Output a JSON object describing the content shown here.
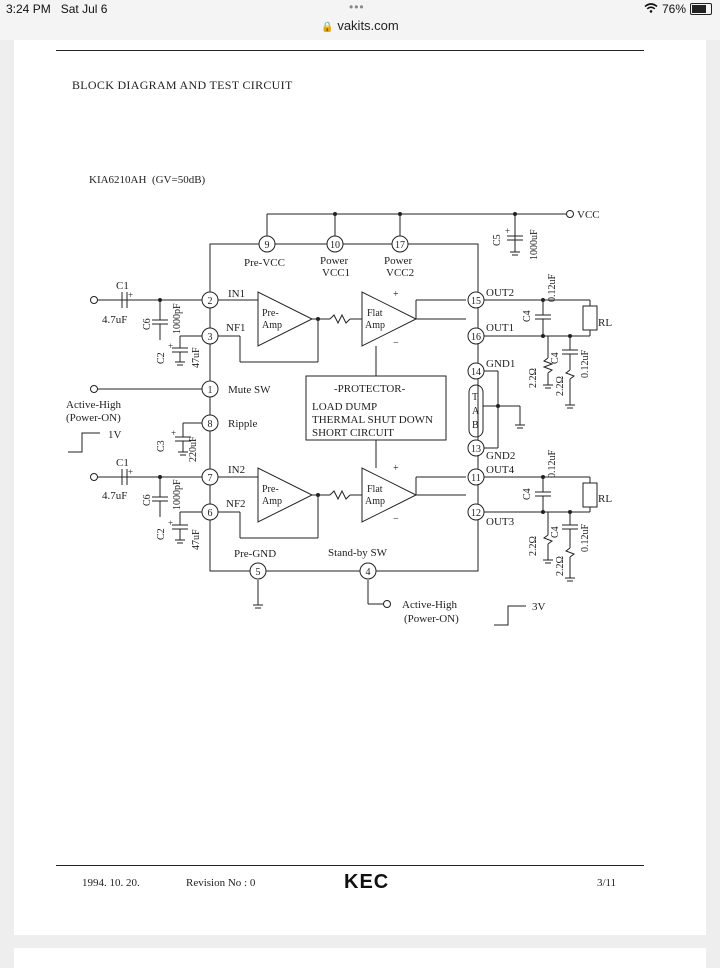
{
  "status_bar": {
    "time": "3:24 PM",
    "date": "Sat Jul 6",
    "url": "vakits.com",
    "battery": "76%",
    "battery_level": 0.76
  },
  "document": {
    "title": "BLOCK DIAGRAM AND TEST CIRCUIT",
    "part_label": "KIA6210AH",
    "gain_label": "(GV=50dB)",
    "footer": {
      "date": "1994. 10. 20.",
      "revision": "Revision No : 0",
      "logo": "KEC",
      "page": "3/11"
    }
  },
  "diagram": {
    "pins": {
      "p9": "9",
      "p10": "10",
      "p17": "17",
      "p2": "2",
      "p3": "3",
      "p1": "1",
      "p8": "8",
      "p7": "7",
      "p6": "6",
      "p5": "5",
      "p4": "4",
      "p15": "15",
      "p16": "16",
      "p14": "14",
      "p13": "13",
      "p11": "11",
      "p12": "12"
    },
    "labels": {
      "pre_vcc": "Pre-VCC",
      "power": "Power",
      "vcc1": "VCC1",
      "vcc2": "VCC2",
      "vcc": "VCC",
      "in1": "IN1",
      "nf1": "NF1",
      "in2": "IN2",
      "nf2": "NF2",
      "mute_sw": "Mute SW",
      "ripple": "Ripple",
      "pre_gnd": "Pre-GND",
      "standby_sw": "Stand-by SW",
      "out1": "OUT1",
      "out2": "OUT2",
      "out3": "OUT3",
      "out4": "OUT4",
      "gnd1": "GND1",
      "gnd2": "GND2",
      "tab_t": "T",
      "tab_a": "A",
      "tab_b": "B",
      "pre": "Pre-",
      "amp": "Amp",
      "flat": "Flat",
      "protector": "-PROTECTOR-",
      "load_dump": "LOAD DUMP",
      "thermal": "THERMAL SHUT DOWN",
      "short": "SHORT CIRCUIT",
      "active_high": "Active-High",
      "power_on": "(Power-ON)",
      "v1": "1V",
      "v3": "3V",
      "rl": "RL",
      "c1": "C1",
      "c2": "C2",
      "c3": "C3",
      "c4": "C4",
      "c5": "C5",
      "c6": "C6",
      "v_4_7uf": "4.7uF",
      "v_1000pf": "1000pF",
      "v_47uf": "47uF",
      "v_220uf": "220uF",
      "v_1000uf": "1000uF",
      "v_0_12uf": "0.12uF",
      "v_2_2ohm": "2.2Ω",
      "plus": "+",
      "minus": "−"
    }
  }
}
